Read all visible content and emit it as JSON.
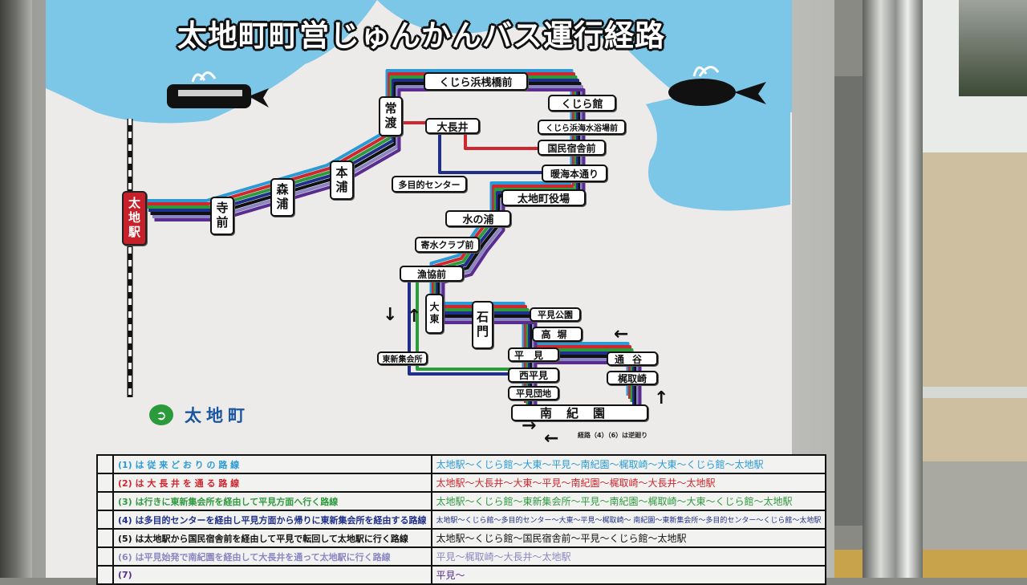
{
  "title": "太地町町営じゅんかんバス運行経路",
  "place_label": "太地町",
  "stations": {
    "taiji_eki": "太地駅",
    "teramae": "寺前",
    "moriura": "森浦",
    "honura": "本浦",
    "tsunewatari": "常渡",
    "kujirahama_sanbashi": "くじら浜桟橋前",
    "kujirakan": "くじら館",
    "onagai": "大長井",
    "kujirahama_kaisuiyokujo": "くじら浜海水浴場前",
    "kokumin_shukusha": "国民宿舎前",
    "dankai_hondori": "暖海本通り",
    "tamokuteki": "多目的センター",
    "yakuba": "太地町役場",
    "mizunoura": "水の浦",
    "yorimizu": "寄水クラブ前",
    "gyokyo": "漁協前",
    "ohigashi": "大東",
    "ishimon": "石門",
    "hirami_koen": "平見公園",
    "takabe": "高塀",
    "hirami": "平見",
    "toritani": "通谷",
    "nishi_hirami": "西平見",
    "kajitorizaki": "梶取崎",
    "hirami_danchi": "平見団地",
    "nankien": "南紀園",
    "higashi_shinshukaisho": "東新集会所"
  },
  "note": "経路（4）（6）は逆廻り",
  "colors": {
    "r1": "#2a9bd6",
    "r2": "#d0262e",
    "r3": "#2e9a3e",
    "r4": "#1f2f8a",
    "r5": "#111111",
    "r6": "#8a86c2",
    "r7": "#5a2c90",
    "sky": "#79c4e6"
  },
  "legend": [
    {
      "desc": "(1) は 従 来 ど お り の 路 線",
      "route": "太地駅～くじら館～大東～平見～南紀園～梶取崎～大東～くじら館～太地駅"
    },
    {
      "desc": "(2) は 大 長 井 を 通 る 路 線",
      "route": "太地駅～大長井～大東～平見～南紀園～梶取崎～大長井～太地駅"
    },
    {
      "desc": "(3) は行きに東新集会所を経由して平見方面へ行く路線",
      "route": "太地駅～くじら館～東新集会所～平見～南紀園～梶取崎～大東～くじら館～太地駅"
    },
    {
      "desc": "(4) は多目的センターを経由し平見方面から帰りに東新集会所を経由する路線",
      "route": "太地駅～くじら館～多目的センター～大東～平見～梶取崎～ 南紀園～東新集会所～多目的センター～くじら館～太地駅"
    },
    {
      "desc": "(5) は太地駅から国民宿舎前を経由して平見で転回して太地駅に行く路線",
      "route": "太地駅～くじら館～国民宿舎前～平見～くじら館～太地駅"
    },
    {
      "desc": "(6) は平見始発で南紀園を経由して大長井を通って太地駅に行く路線",
      "route": "平見～梶取崎～大長井～太地駅"
    },
    {
      "desc": "(7)",
      "route": "平見～"
    }
  ]
}
